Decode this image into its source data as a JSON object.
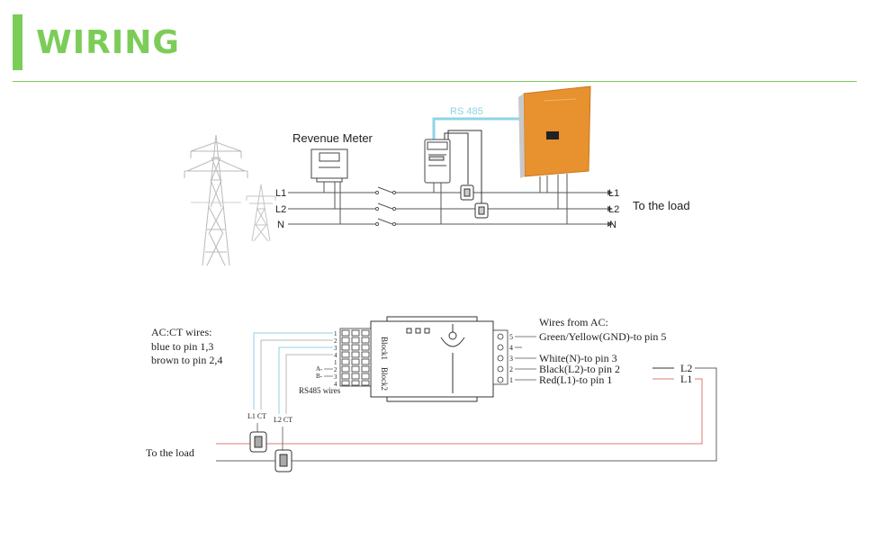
{
  "header": {
    "title": "WIRING"
  },
  "top_diagram": {
    "rs485_label": "RS 485",
    "revenue_meter_label": "Revenue Meter",
    "line_labels_left": [
      "L1",
      "L2",
      "N"
    ],
    "line_labels_right": [
      "L1",
      "L2",
      "N"
    ],
    "load_label": "To the load"
  },
  "bottom_diagram": {
    "ct_wires_text": [
      "AC:CT wires:",
      "blue to pin 1,3",
      "brown to pin 2,4"
    ],
    "rs485_wires_label": "RS485 wires",
    "block1_label": "Block1",
    "block2_label": "Block2",
    "block1_pins": [
      "1",
      "2",
      "3",
      "4"
    ],
    "block2_pins": [
      "A-",
      "B-",
      "1",
      "2",
      "3",
      "4"
    ],
    "ac_header": "Wires from AC:",
    "ac_pins": [
      "5",
      "4",
      "3",
      "2",
      "1"
    ],
    "ac_wires": [
      "Green/Yellow(GND)-to pin 5",
      "",
      "White(N)-to pin 3",
      "Black(L2)-to pin 2",
      "Red(L1)-to pin 1"
    ],
    "l2_label": "L2",
    "l1_label": "L1",
    "l1_ct_label": "L1 CT",
    "l2_ct_label": "L2 CT",
    "to_load_label": "To the load"
  },
  "colors": {
    "accent": "#7ccd58",
    "rs485_cable": "#8fd3e6",
    "inverter": "#e8912f",
    "red_wire": "#e07a73",
    "blue_wire": "#8fcfe8"
  }
}
